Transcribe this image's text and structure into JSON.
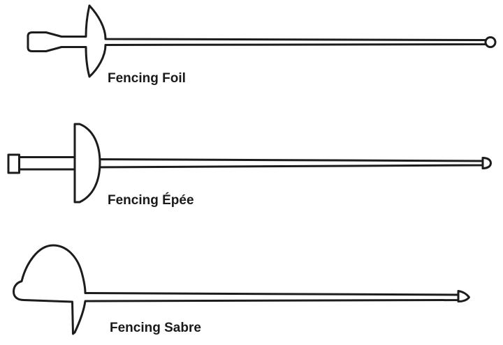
{
  "page": {
    "background": "#ffffff"
  },
  "diagram": {
    "stroke_color": "#1c1c1c",
    "label_color": "#1a1a1a",
    "weapons": [
      {
        "label": "Fencing Foil"
      },
      {
        "label": "Fencing Épée"
      },
      {
        "label": "Fencing Sabre"
      }
    ]
  }
}
